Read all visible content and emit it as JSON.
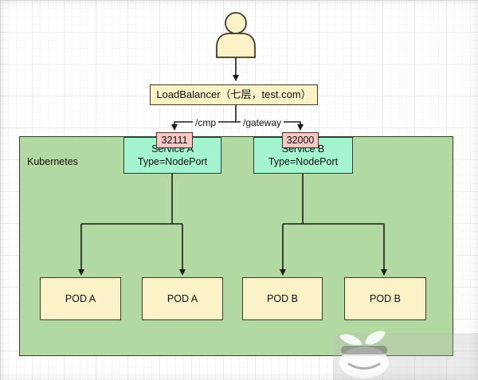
{
  "colors": {
    "canvas_bg": "#ffffff",
    "node_fill": "#fbf2c7",
    "node_border": "#3f3b25",
    "port_fill": "#f6c9c5",
    "port_border": "#4d2e2a",
    "service_fill": "#a5f4d0",
    "service_border": "#2f3d33",
    "cluster_fill": "#b3d9a2",
    "cluster_border": "#2f4226",
    "line": "#1b1b1b"
  },
  "diagram": {
    "actor": {
      "icon": "user"
    },
    "load_balancer": {
      "label": "LoadBalancer（七层，test.com）"
    },
    "routes": [
      {
        "label": "/cmp"
      },
      {
        "label": "/gateway"
      }
    ],
    "cluster": {
      "label": "Kubernetes"
    },
    "services": [
      {
        "port": "32111",
        "name": "Service A",
        "type": "Type=NodePort"
      },
      {
        "port": "32000",
        "name": "Service B",
        "type": "Type=NodePort"
      }
    ],
    "pods": [
      {
        "label": "POD A"
      },
      {
        "label": "POD A"
      },
      {
        "label": "POD B"
      },
      {
        "label": "POD B"
      }
    ]
  }
}
